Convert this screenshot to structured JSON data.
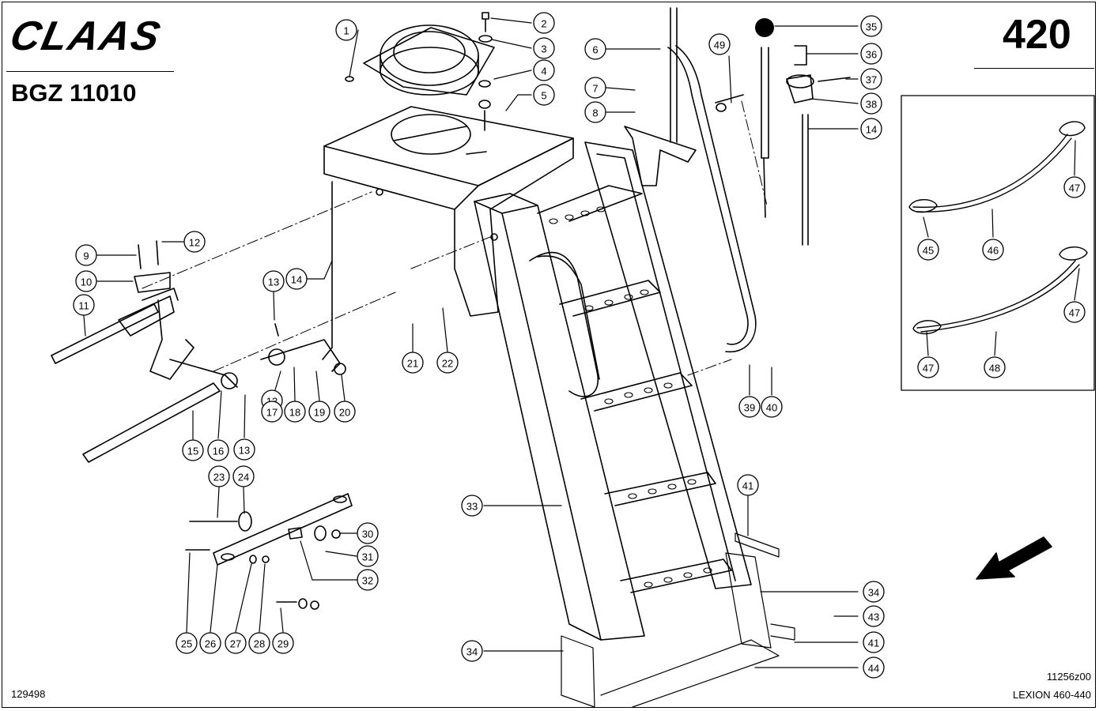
{
  "header": {
    "brand": "CLAAS",
    "doc_code": "BGZ 11010",
    "page_number": "420"
  },
  "footer": {
    "left_code": "129498",
    "drawing_code": "11256z00",
    "model": "LEXION 460-440"
  },
  "callouts": [
    {
      "n": "1"
    },
    {
      "n": "2"
    },
    {
      "n": "3"
    },
    {
      "n": "4"
    },
    {
      "n": "5"
    },
    {
      "n": "6"
    },
    {
      "n": "7"
    },
    {
      "n": "8"
    },
    {
      "n": "9"
    },
    {
      "n": "10"
    },
    {
      "n": "11"
    },
    {
      "n": "12"
    },
    {
      "n": "13"
    },
    {
      "n": "14"
    },
    {
      "n": "13"
    },
    {
      "n": "14"
    },
    {
      "n": "15"
    },
    {
      "n": "16"
    },
    {
      "n": "13"
    },
    {
      "n": "17"
    },
    {
      "n": "18"
    },
    {
      "n": "19"
    },
    {
      "n": "20"
    },
    {
      "n": "21"
    },
    {
      "n": "22"
    },
    {
      "n": "23"
    },
    {
      "n": "24"
    },
    {
      "n": "25"
    },
    {
      "n": "26"
    },
    {
      "n": "27"
    },
    {
      "n": "28"
    },
    {
      "n": "29"
    },
    {
      "n": "30"
    },
    {
      "n": "31"
    },
    {
      "n": "32"
    },
    {
      "n": "33"
    },
    {
      "n": "34"
    },
    {
      "n": "34"
    },
    {
      "n": "35"
    },
    {
      "n": "36"
    },
    {
      "n": "37"
    },
    {
      "n": "38"
    },
    {
      "n": "39"
    },
    {
      "n": "40"
    },
    {
      "n": "41"
    },
    {
      "n": "41"
    },
    {
      "n": "43"
    },
    {
      "n": "44"
    },
    {
      "n": "45"
    },
    {
      "n": "46"
    },
    {
      "n": "47"
    },
    {
      "n": "47"
    },
    {
      "n": "47"
    },
    {
      "n": "48"
    },
    {
      "n": "49"
    }
  ]
}
